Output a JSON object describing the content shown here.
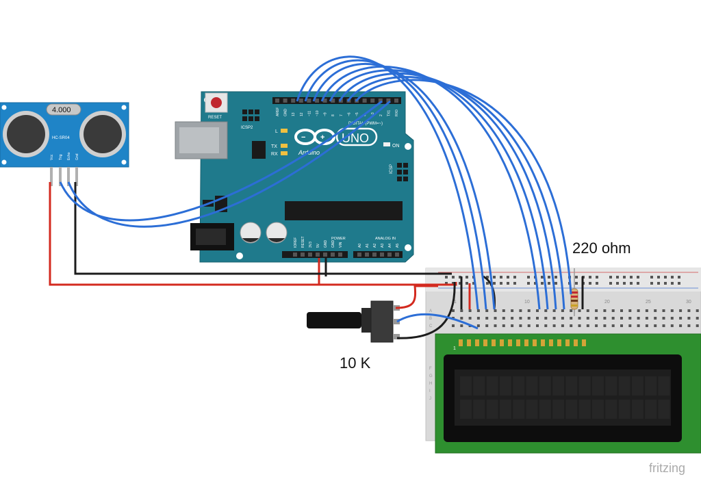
{
  "sensor": {
    "display": "4.000",
    "model": "HC-SR04",
    "pins": [
      "Vcc",
      "Trig",
      "Echo",
      "Gnd"
    ]
  },
  "arduino": {
    "reset_label": "RESET",
    "icsp2_label": "ICSP2",
    "icsp_label": "ICSP",
    "logo_text": "UNO",
    "brand": "Arduino",
    "digital_label": "DIGITAL (PWM=~)",
    "power_label": "POWER",
    "analog_label": "ANALOG IN",
    "led_l": "L",
    "led_tx": "TX",
    "led_rx": "RX",
    "led_on": "ON",
    "top_pins": [
      "AREF",
      "GND",
      "13",
      "12",
      "~11",
      "~10",
      "~9",
      "8",
      "7",
      "~6",
      "~5",
      "4",
      "~3",
      "2",
      "TX1",
      "RX0"
    ],
    "power_pins": [
      "IOREF",
      "RESET",
      "3V3",
      "5V",
      "GND",
      "GND",
      "VIN"
    ],
    "analog_pins": [
      "A0",
      "A1",
      "A2",
      "A3",
      "A4",
      "A5"
    ]
  },
  "labels": {
    "resistor": "220 ohm",
    "pot": "10 K",
    "fritzing": "fritzing"
  },
  "breadboard": {
    "col_numbers": [
      "1",
      "10",
      "20",
      "25",
      "30"
    ],
    "row_letters_top": [
      "A",
      "B",
      "C"
    ],
    "row_letters_bottom": [
      "F",
      "G",
      "H",
      "I",
      "J"
    ]
  },
  "lcd": {
    "pin_one": "1"
  },
  "colors": {
    "wire_blue": "#2c6ed6",
    "wire_red": "#d32a1f",
    "wire_black": "#1c1c1c",
    "arduino_board": "#1f7a8c",
    "sensor_board": "#1f84c7",
    "lcd_pcb": "#2e8f2f",
    "breadboard": "#dcdcdc"
  }
}
